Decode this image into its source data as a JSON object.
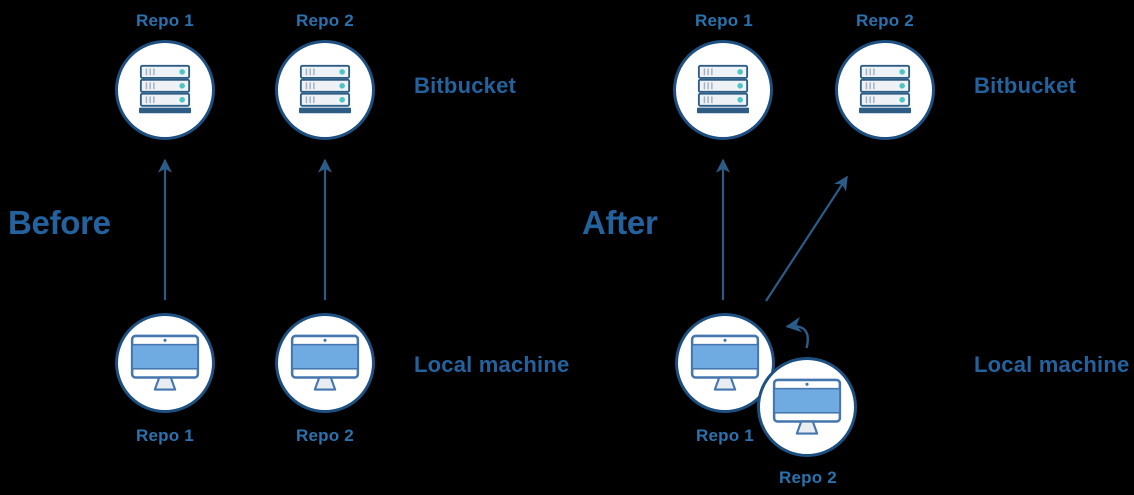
{
  "title": "Bitbucket repositories before and after diagram",
  "colors": {
    "background": "#000000",
    "heading_text": "#24629e",
    "repo_label_text": "#2a72ad",
    "circle_fill": "#ffffff",
    "circle_border": "#1d5080",
    "arrow": "#2b5c87",
    "server_border": "#2d5c85",
    "server_row_fill": "#eef1f5",
    "server_tick": "#a3b2c2",
    "teal_indicator": "#4ec4c4",
    "monitor_border": "#4576ad",
    "monitor_screen": "#6fabe0",
    "monitor_chrome": "#fdfdfe",
    "stand_fill": "#e9edf2"
  },
  "icons": {
    "server": "server-stack-icon",
    "monitor": "desktop-monitor-icon"
  },
  "before": {
    "heading": "Before",
    "bitbucket_label": "Bitbucket",
    "local_machine_label": "Local machine",
    "remote_repos": [
      {
        "label": "Repo 1"
      },
      {
        "label": "Repo 2"
      }
    ],
    "local_repos": [
      {
        "label": "Repo 1"
      },
      {
        "label": "Repo 2"
      }
    ]
  },
  "after": {
    "heading": "After",
    "bitbucket_label": "Bitbucket",
    "local_machine_label": "Local machine",
    "remote_repos": [
      {
        "label": "Repo 1"
      },
      {
        "label": "Repo 2"
      }
    ],
    "local_repos": [
      {
        "label": "Repo 1"
      },
      {
        "label": "Repo 2"
      }
    ]
  }
}
